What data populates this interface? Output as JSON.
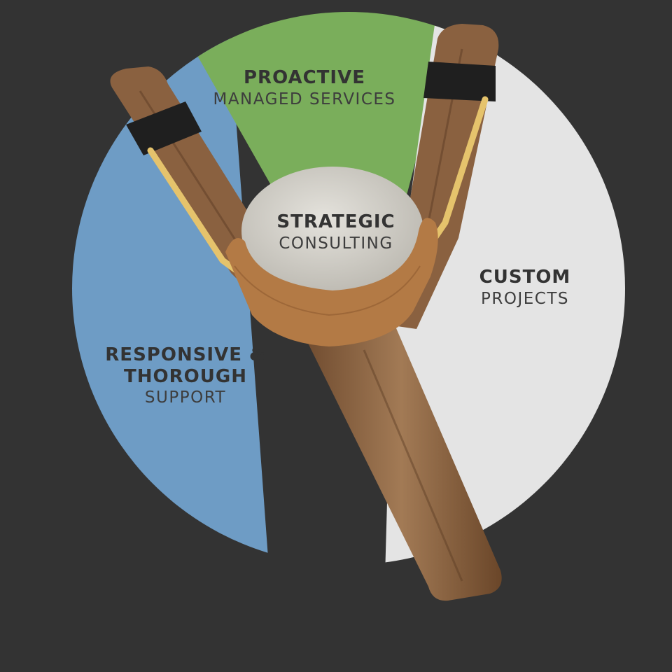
{
  "segments": {
    "proactive": {
      "title": "PROACTIVE",
      "subtitle": "MANAGED SERVICES",
      "color": "#7aae5b"
    },
    "custom": {
      "title": "CUSTOM",
      "subtitle": "PROJECTS",
      "color": "#e4e4e4"
    },
    "responsive": {
      "title": "RESPONSIVE & THOROUGH",
      "subtitle": "SUPPORT",
      "color": "#6e9cc5"
    },
    "strategic": {
      "title": "STRATEGIC",
      "subtitle": "CONSULTING"
    }
  },
  "colors": {
    "background": "#333333",
    "text": "#333333",
    "wood": "#8a6140",
    "leather": "#b37a45",
    "band": "#e5c36c",
    "wrap": "#1f1f1f",
    "stone": "#d7d5cf"
  },
  "icons": {
    "center_image": "slingshot-with-stone-icon"
  }
}
